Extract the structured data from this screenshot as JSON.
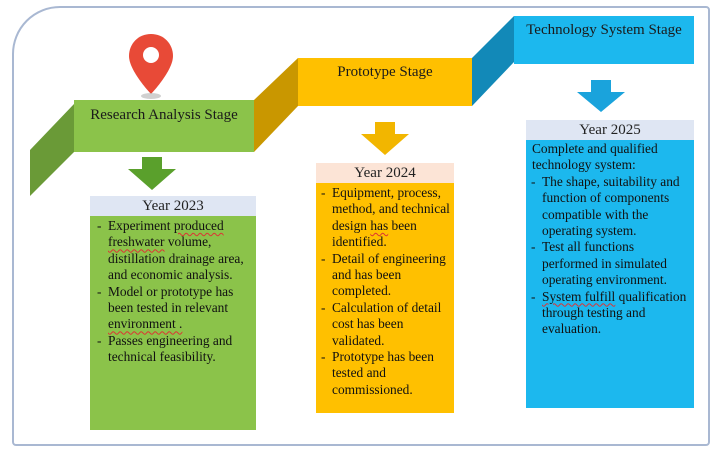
{
  "stages": [
    {
      "id": "research",
      "title": "Research Analysis Stage",
      "year": "Year 2023",
      "color": "#8bc34a",
      "items": [
        "Experiment produced freshwater volume, distillation drainage area, and economic analysis.",
        "Model or prototype has been tested in relevant environment .",
        "Passes engineering and technical feasibility."
      ]
    },
    {
      "id": "prototype",
      "title": "Prototype Stage",
      "year": "Year 2024",
      "color": "#ffc000",
      "items": [
        "Equipment, process, method, and technical design has been identified.",
        "Detail of engineering and has been completed.",
        "Calculation of detail cost has been validated.",
        "Prototype has been tested and commissioned."
      ]
    },
    {
      "id": "technology",
      "title": "Technology System Stage",
      "year": "Year 2025",
      "color": "#1cb8ee",
      "intro": "Complete and qualified technology system:",
      "items": [
        "The shape, suitability and function of components compatible with the operating system.",
        "Test all functions performed in simulated operating environment.",
        "System fulfill qualification through testing and evaluation."
      ]
    }
  ],
  "icons": {
    "pin": "location-pin-icon",
    "arrow": "down-arrow-icon"
  }
}
